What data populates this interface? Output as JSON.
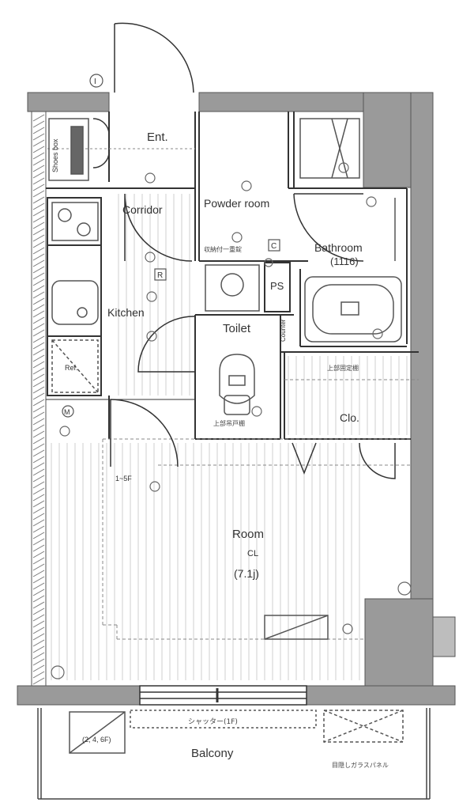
{
  "rooms": {
    "entrance": "Ent.",
    "shoes_box": "Shoes box",
    "corridor": "Corridor",
    "powder_room": "Powder room",
    "bathroom": "Bathroom",
    "bathroom_size": "(1116)",
    "kitchen": "Kitchen",
    "toilet": "Toilet",
    "ps": "PS",
    "counter": "Counter",
    "closet": "Clo.",
    "room": "Room",
    "room_code": "CL",
    "room_size": "(7.1j)",
    "balcony": "Balcony"
  },
  "annotations": {
    "washer_pan": "収納付一重錠",
    "upper_shelf": "上部固定棚",
    "upper_cabinet": "上部吊戸棚",
    "floor_note": "1~5F",
    "balcony_floors": "(2, 4, 6F)",
    "shutter": "シャッター(1F)",
    "glass_panel": "目隠しガラスパネル",
    "ref": "Ref."
  },
  "symbols": {
    "interphone": "I",
    "c_box": "C",
    "r_box": "R",
    "meter": "M"
  },
  "colors": {
    "wall": "#9a9a9a",
    "line": "#333333",
    "floor_line": "#c9c9c9",
    "fixture": "#555555"
  }
}
